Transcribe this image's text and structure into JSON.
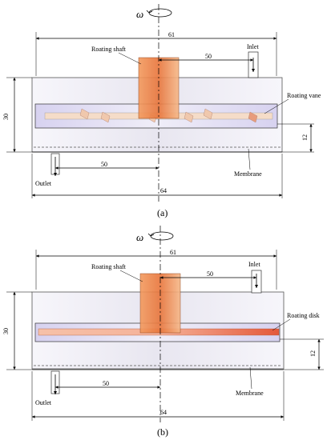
{
  "figure_a": {
    "omega": "ω",
    "dim_top": "61",
    "dim_shaft": "50",
    "dim_outlet": "50",
    "dim_bottom": "64",
    "dim_height": "30",
    "dim_gap": "12",
    "label_shaft": "Roating shaft",
    "label_inlet": "Inlet",
    "label_rotor": "Roating vane",
    "label_outlet": "Outlet",
    "label_membrane": "Membrane",
    "caption": "(a)"
  },
  "figure_b": {
    "omega": "ω",
    "dim_top": "61",
    "dim_shaft": "50",
    "dim_outlet": "50",
    "dim_bottom": "64",
    "dim_height": "30",
    "dim_gap": "12",
    "label_shaft": "Roating shaft",
    "label_inlet": "Inlet",
    "label_rotor": "Roating disk",
    "label_outlet": "Outlet",
    "label_membrane": "Membrane",
    "caption": "(b)"
  },
  "colors": {
    "shaft": "#e8743a",
    "vane": "#f3d7c4",
    "disk": "#e87a4e",
    "housing": "#f2f0f5",
    "inner_region": "#dcd8f0"
  }
}
